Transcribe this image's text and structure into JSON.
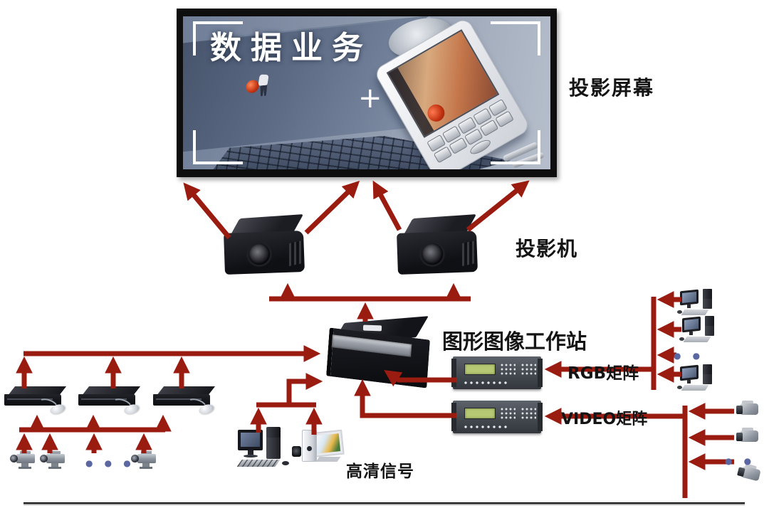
{
  "screen": {
    "title": "数据业务",
    "plus": "+",
    "label": "投影屏幕"
  },
  "projectors": {
    "label": "投影机"
  },
  "workstation": {
    "label": "图形图像工作站"
  },
  "rgb_matrix": {
    "label": "RGB矩阵"
  },
  "video_matrix": {
    "label": "VIDEO矩阵"
  },
  "hd_signal": {
    "label": "高清信号"
  },
  "ellipsis": {
    "left_cameras": "● ● ●",
    "right_pcs": "● ●",
    "right_cameras": "● ●"
  },
  "colors": {
    "arrow": "#9a1b10",
    "label": "#141414",
    "frame": "#0e0e0e",
    "screenbg1": "#6f7d97",
    "screenbg2": "#b7bfcc",
    "lcd": "#b7c874",
    "dots": "#5a67a0",
    "footer": "#161616"
  }
}
